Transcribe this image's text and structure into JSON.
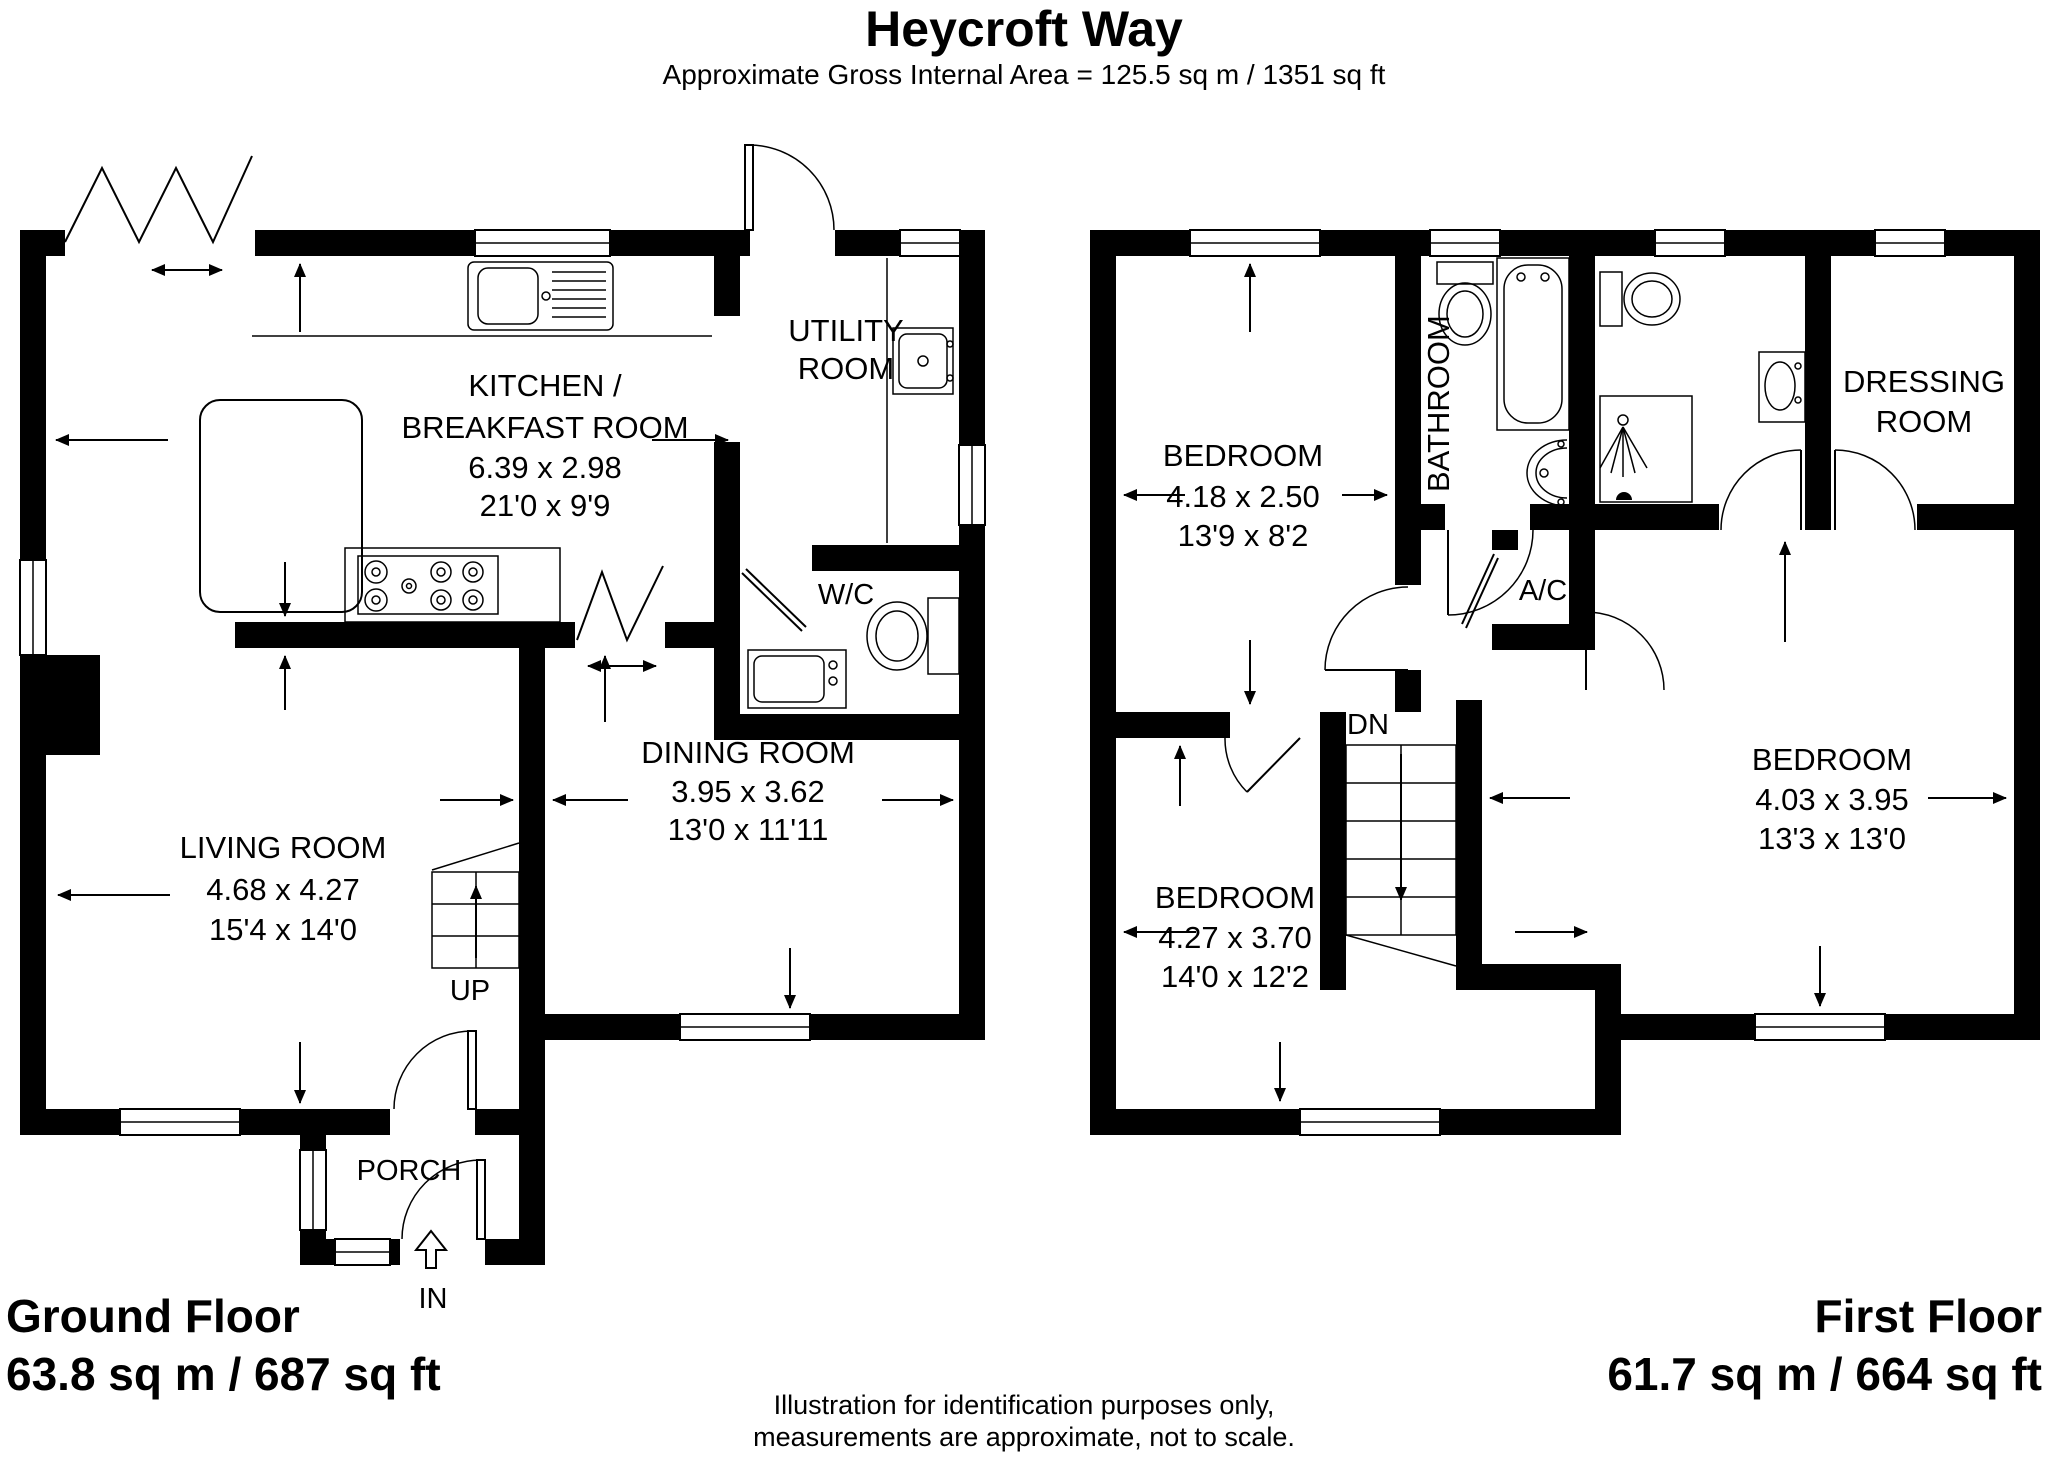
{
  "title": "Heycroft Way",
  "subtitle": "Approximate Gross Internal Area = 125.5 sq m / 1351 sq ft",
  "footer": {
    "line1": "Illustration for identification purposes only,",
    "line2": "measurements are approximate, not to scale."
  },
  "ground_floor": {
    "floor_label": "Ground Floor",
    "floor_area": "63.8 sq m / 687 sq ft",
    "kitchen": {
      "name1": "KITCHEN /",
      "name2": "BREAKFAST ROOM",
      "dim_m": "6.39 x 2.98",
      "dim_ft": "21'0 x 9'9"
    },
    "utility": {
      "name1": "UTILITY",
      "name2": "ROOM"
    },
    "wc": {
      "name": "W/C"
    },
    "dining": {
      "name": "DINING ROOM",
      "dim_m": "3.95 x 3.62",
      "dim_ft": "13'0 x 11'11"
    },
    "living": {
      "name": "LIVING ROOM",
      "dim_m": "4.68 x 4.27",
      "dim_ft": "15'4 x 14'0"
    },
    "porch": {
      "name": "PORCH"
    },
    "stairs": {
      "label": "UP"
    },
    "entrance": {
      "label": "IN"
    }
  },
  "first_floor": {
    "floor_label": "First Floor",
    "floor_area": "61.7 sq m / 664 sq ft",
    "bedroom1": {
      "name": "BEDROOM",
      "dim_m": "4.18 x 2.50",
      "dim_ft": "13'9 x 8'2"
    },
    "bathroom": {
      "name": "BATHROOM"
    },
    "airing_cupboard": {
      "name": "A/C"
    },
    "dressing": {
      "name1": "DRESSING",
      "name2": "ROOM"
    },
    "bedroom2": {
      "name": "BEDROOM",
      "dim_m": "4.03 x 3.95",
      "dim_ft": "13'3 x 13'0"
    },
    "bedroom3": {
      "name": "BEDROOM",
      "dim_m": "4.27 x 3.70",
      "dim_ft": "14'0 x 12'2"
    },
    "stairs": {
      "label": "DN"
    }
  }
}
